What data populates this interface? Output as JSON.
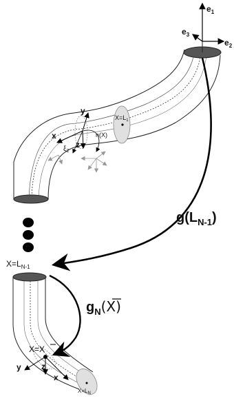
{
  "frame_labels": {
    "e1": "e",
    "e1_sub": "1",
    "e2": "e",
    "e2_sub": "2",
    "e3": "e",
    "e3_sub": "3"
  },
  "upper_tube": {
    "section_label": "X=L",
    "section_sub": "1",
    "axis_y": "y",
    "axis_x": "x",
    "axis_z": "z",
    "xi": "ξ",
    "xi_sub": "2",
    "normal": "n(X)"
  },
  "transform_global": {
    "main": "g(L",
    "sub": "N-1",
    "close": ")"
  },
  "transform_local": {
    "main": "g",
    "sub": "N",
    "arg": "(X)"
  },
  "junction_label": {
    "main": "X=L",
    "sub": "N-1"
  },
  "lower_tube": {
    "point_label": "X=X",
    "axis_z": "z",
    "axis_y": "y",
    "axis_x": "x",
    "end_label": "X=L",
    "end_sub": "N"
  }
}
